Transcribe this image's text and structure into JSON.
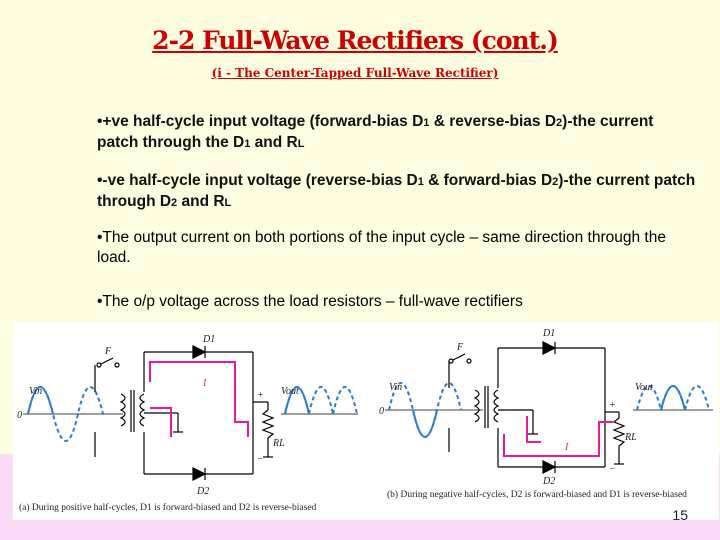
{
  "slide": {
    "title": "2-2 Full-Wave Rectifiers (cont.)",
    "subtitle": "(i - The Center-Tapped Full-Wave Rectifier)",
    "page_number": "15"
  },
  "bullets": {
    "b1": {
      "prefix": "•+ve half-cycle input voltage (forward-bias D",
      "s1": "1",
      "mid": " & reverse-bias D",
      "s2": "2",
      "after": ")-the current patch through the D",
      "s3": "1",
      "tail": " and  R",
      "s4": "L"
    },
    "b2": {
      "prefix": "•-ve half-cycle input voltage (reverse-bias D",
      "s1": "1",
      "mid": " & forward-bias D",
      "s2": "2",
      "after": ")-the current patch through D",
      "s3": "2",
      "tail": " and R",
      "s4": "L"
    },
    "b3": "•The output current on both portions of the input cycle – same direction through the load.",
    "b4": "•The o/p voltage across the load resistors – full-wave rectifiers"
  },
  "figure": {
    "caption_a": "(a) During positive half-cycles, D1 is forward-biased and D2 is reverse-biased",
    "caption_b": "(b) During negative half-cycles, D2 is forward-biased and D1 is reverse-biased",
    "labels": {
      "vin": "Vin",
      "vout": "Vout",
      "zero": "0",
      "d1": "D1",
      "d2": "D2",
      "rl": "RL",
      "current": "I",
      "plus": "+",
      "minus": "−",
      "f": "F"
    },
    "colors": {
      "wave": "#2a7bd4",
      "current": "#e8199a",
      "wire": "#000000"
    }
  }
}
